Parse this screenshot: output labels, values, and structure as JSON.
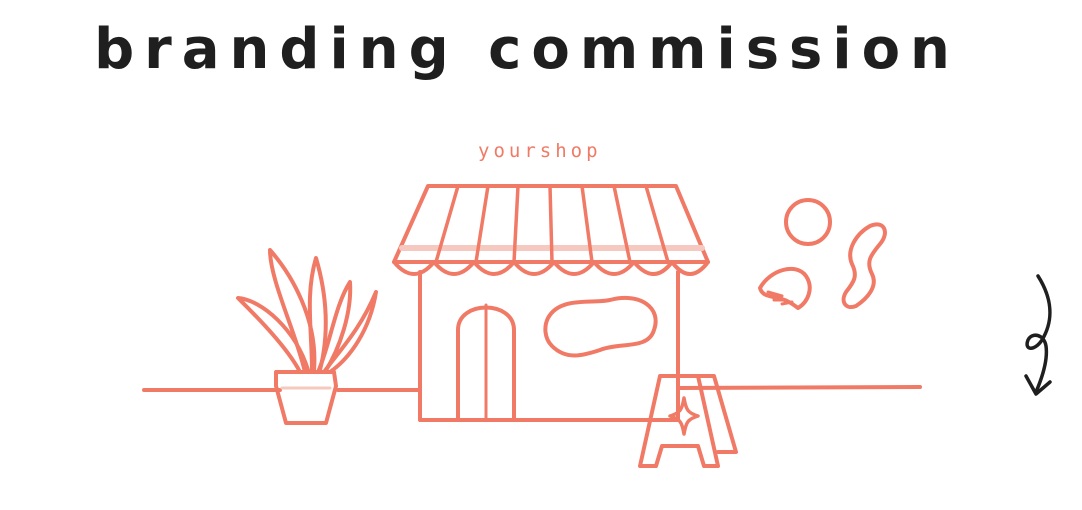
{
  "title": "branding commission",
  "shop_sign": "yourshop",
  "colors": {
    "ink": "#1f1f1f",
    "accent": "#f07a66",
    "accent_light": "#f6c9c0",
    "background": "#ffffff"
  },
  "illustration": {
    "elements": [
      "shop-awning",
      "shop-building",
      "potted-plant",
      "sandwich-board-sign",
      "decorative-shapes",
      "curly-arrow-icon"
    ]
  }
}
